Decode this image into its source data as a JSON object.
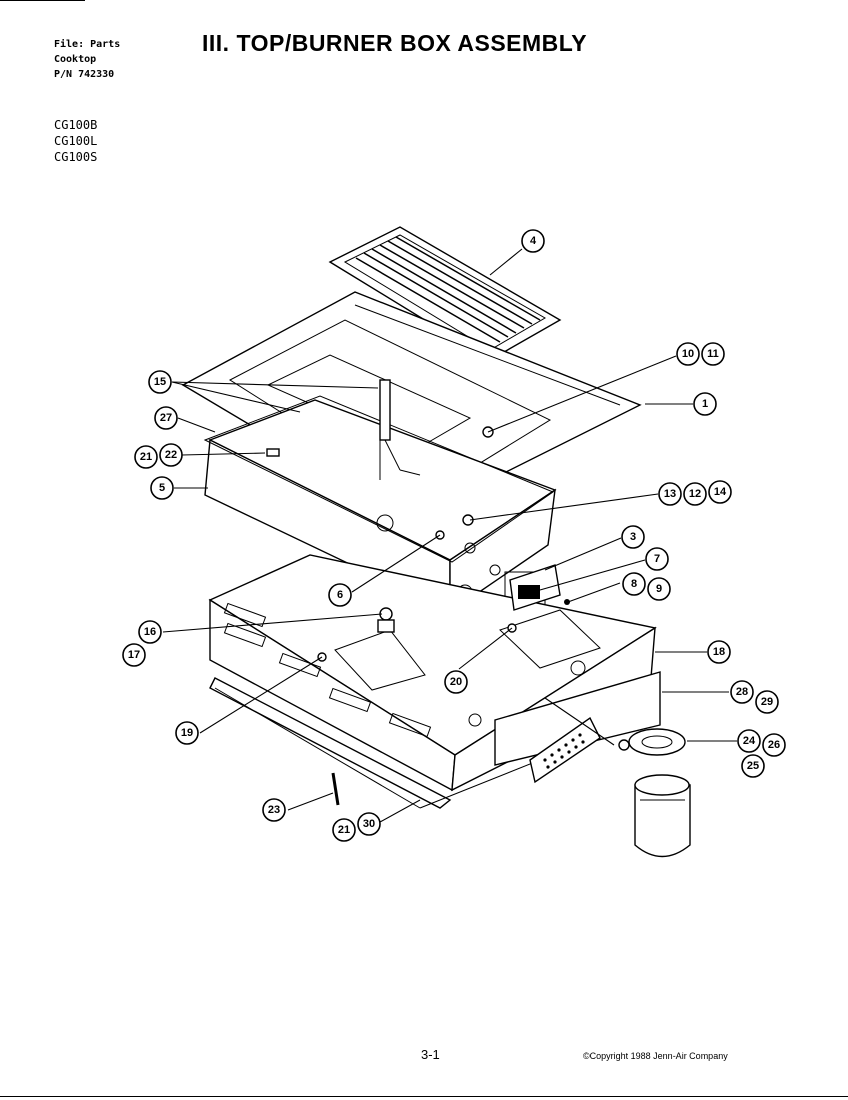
{
  "header": {
    "file_line": "File: Parts",
    "product_line": "Cooktop",
    "pn_line": "P/N 742330",
    "title": "III. TOP/BURNER BOX ASSEMBLY"
  },
  "models": [
    "CG100B",
    "CG100L",
    "CG100S"
  ],
  "callouts": {
    "c4": "4",
    "c10": "10",
    "c11": "11",
    "c15": "15",
    "c1": "1",
    "c27": "27",
    "c21a": "21",
    "c22": "22",
    "c5": "5",
    "c13": "13",
    "c12": "12",
    "c14": "14",
    "c3": "3",
    "c7": "7",
    "c8": "8",
    "c9": "9",
    "c6": "6",
    "c16": "16",
    "c17": "17",
    "c18": "18",
    "c20": "20",
    "c28": "28",
    "c29": "29",
    "c19": "19",
    "c24": "24",
    "c26": "26",
    "c25": "25",
    "c23": "23",
    "c21b": "21",
    "c30": "30"
  },
  "footer": {
    "page_number": "3-1",
    "copyright": "©Copyright 1988 Jenn-Air Company"
  }
}
